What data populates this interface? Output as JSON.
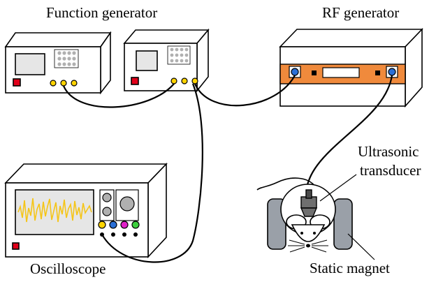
{
  "labels": {
    "function_generator": "Function generator",
    "rf_generator": "RF generator",
    "oscilloscope": "Oscilloscope",
    "ultrasonic": "Ultrasonic",
    "transducer": "transducer",
    "static_magnet": "Static magnet"
  },
  "colors": {
    "outline": "#000000",
    "panel": "#ffffff",
    "rf_band": "#f08a3c",
    "screen": "#e6e6e6",
    "knob_gray": "#b0b0b0",
    "knob_yellow": "#ffd400",
    "power_red": "#e1001a",
    "waveform": "#f5c518",
    "probe_blue": "#2a6fd6",
    "probe_magenta": "#e020c8",
    "probe_green": "#3ccf3c",
    "magnet": "#9aa0a8",
    "transducer": "#6f6f6f"
  }
}
